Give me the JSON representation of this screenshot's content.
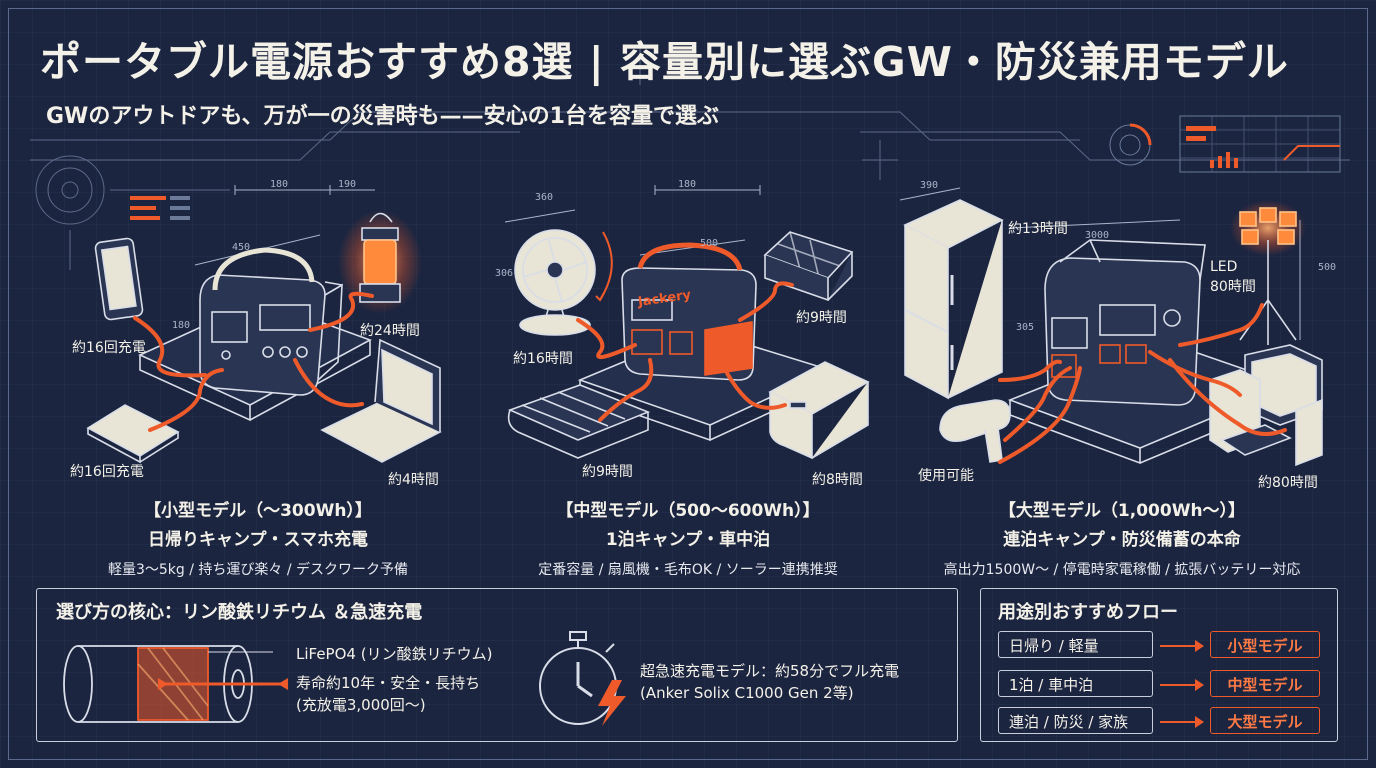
{
  "title": "ポータブル電源おすすめ8選 | 容量別に選ぶGW・防災兼用モデル",
  "subtitle": "GWのアウトドアも、万が一の災害時も——安心の1台を容量で選ぶ",
  "colors": {
    "background": "#1b2540",
    "accent": "#ef5a2a",
    "line": "#c8cedb",
    "text": "#f4f1e8"
  },
  "dimensions": {
    "small": [
      "180",
      "190",
      "450",
      "180"
    ],
    "medium": [
      "360",
      "180",
      "500",
      "306"
    ],
    "large": [
      "390",
      "3000",
      "500",
      "305"
    ]
  },
  "brand_text": "Jackery",
  "small": {
    "device_labels": {
      "phone_top": "約16回充電",
      "lantern": "約24時間",
      "phone_bottom": "約16回充電",
      "laptop": "約4時間"
    },
    "heading": "【小型モデル（～300Wh）】",
    "use": "日帰りキャンプ・スマホ充電",
    "features": "軽量3～5kg / 持ち運び楽々 / デスクワーク予備"
  },
  "medium": {
    "device_labels": {
      "fan": "約16時間",
      "panel": "約9時間",
      "blanket": "約9時間",
      "cooler": "約8時間"
    },
    "heading": "【中型モデル（500～600Wh）】",
    "use": "1泊キャンプ・車中泊",
    "features": "定番容量 / 扇風機・毛布OK / ソーラー連携推奨"
  },
  "large": {
    "device_labels": {
      "fridge": "約13時間",
      "led": "LED\n80時間",
      "dryer": "使用可能",
      "pc": "約80時間"
    },
    "heading": "【大型モデル（1,000Wh～）】",
    "use": "連泊キャンプ・防災備蓄の本命",
    "features": "高出力1500W～ / 停電時家電稼働 / 拡張バッテリー対応"
  },
  "core_panel": {
    "title": "選び方の核心：リン酸鉄リチウム ＆急速充電",
    "battery_label": "LiFePO4 (リン酸鉄リチウム)",
    "battery_benefit_1": "寿命約10年・安全・長持ち",
    "battery_benefit_2": "(充放電3,000回～)",
    "fast_charge_1": "超急速充電モデル：約58分でフル充電",
    "fast_charge_2": "(Anker Solix C1000 Gen 2等)"
  },
  "flow_panel": {
    "title": "用途別おすすめフロー",
    "rows": [
      {
        "use": "日帰り / 軽量",
        "model": "小型モデル"
      },
      {
        "use": "1泊 / 車中泊",
        "model": "中型モデル"
      },
      {
        "use": "連泊 / 防災 / 家族",
        "model": "大型モデル"
      }
    ]
  }
}
